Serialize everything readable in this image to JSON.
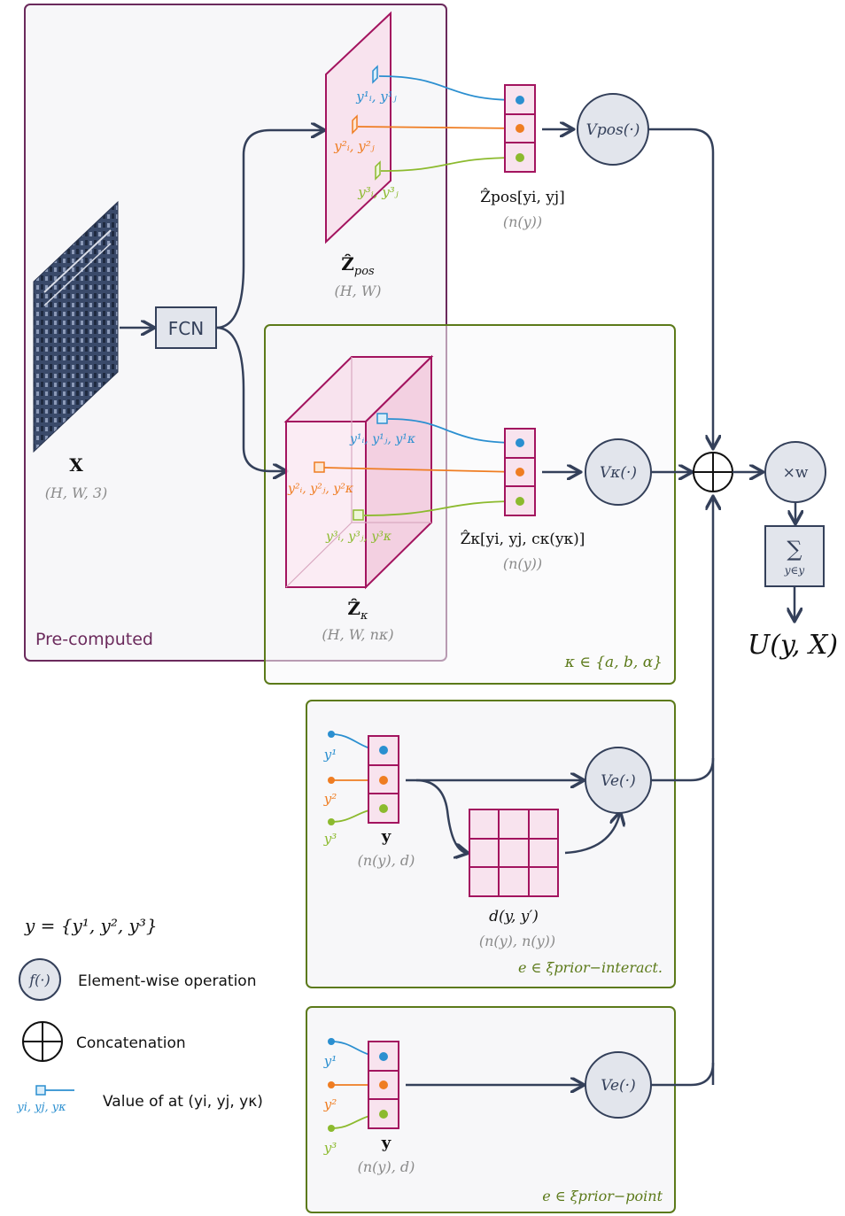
{
  "input": {
    "symbol": "X",
    "shape": "(H, W, 3)"
  },
  "fcn": {
    "label": "FCN"
  },
  "precomputed": {
    "label": "Pre-computed"
  },
  "zpos": {
    "name": "Ẑ",
    "sub": "pos",
    "shape": "(H, W)",
    "points": [
      "y¹ᵢ, y¹ⱼ",
      "y²ᵢ, y²ⱼ",
      "y³ᵢ, y³ⱼ"
    ],
    "vec_label": "Ẑpos[yi, yj]",
    "vec_shape": "(n(y))",
    "op": "Vpos(·)"
  },
  "zkappa": {
    "name": "Ẑ",
    "sub": "κ",
    "shape": "(H, W, nκ)",
    "points": [
      "y¹ᵢ, y¹ⱼ, y¹κ",
      "y²ᵢ, y²ⱼ, y²κ",
      "y³ᵢ, y³ⱼ, y³κ"
    ],
    "vec_label": "Ẑκ[yi, yj, cκ(yκ)]",
    "vec_shape": "(n(y))",
    "op": "Vκ(·)",
    "box_label": "κ ∈ {a, b, α}"
  },
  "interact": {
    "labels": [
      "y¹",
      "y²",
      "y³"
    ],
    "vec_label": "y",
    "vec_shape": "(n(y), d)",
    "matrix_label": "d(y, y′)",
    "matrix_shape": "(n(y), n(y))",
    "op": "Ve(·)",
    "box_label": "e ∈ ξprior−interact."
  },
  "point": {
    "labels": [
      "y¹",
      "y²",
      "y³"
    ],
    "vec_label": "y",
    "vec_shape": "(n(y), d)",
    "op": "Ve(·)",
    "box_label": "e ∈ ξprior−point"
  },
  "output": {
    "mult": "×w",
    "sum_top": "∑",
    "sum_bottom": "y∈y",
    "result": "U(y, X)"
  },
  "legend": {
    "set": "y = {y¹, y², y³}",
    "op_symbol": "f(·)",
    "op_text": "Element-wise operation",
    "concat_text": "Concatenation",
    "value_sym": "yi, yj, yκ",
    "value_text": "Value of at (yi, yj, yκ)"
  },
  "colors": {
    "blue": "#2b8fd0",
    "orange": "#ef7d22",
    "green": "#8cba2e",
    "purple": "#6b2a5c",
    "olive": "#5c7a1a",
    "magenta": "#a3145f",
    "arrow": "#34405a",
    "gray": "#8a8a8a"
  }
}
